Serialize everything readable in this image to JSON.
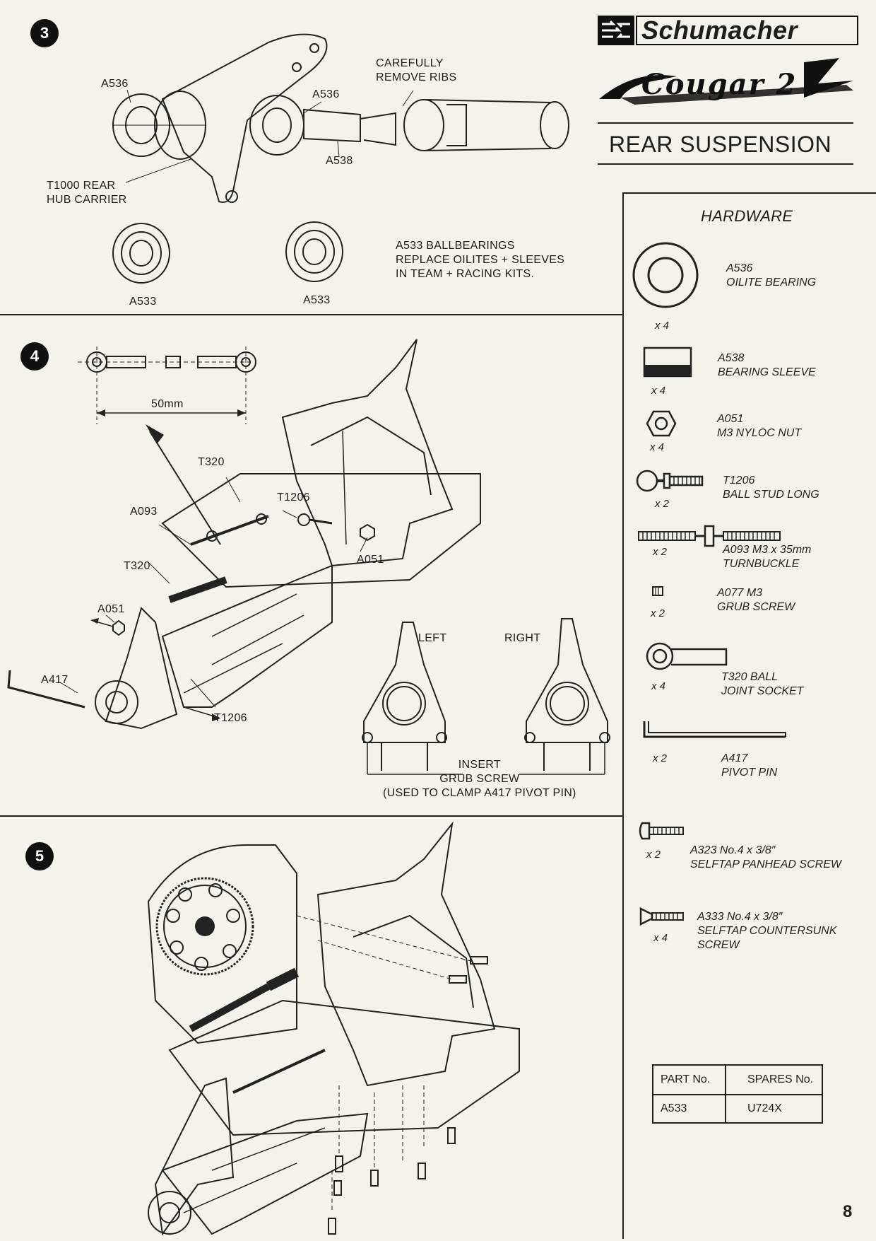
{
  "header": {
    "brand": "Schumacher",
    "model": "Cougar 2",
    "section_title": "REAR SUSPENSION"
  },
  "step3": {
    "number": "3",
    "labels": {
      "a536_left": "A536",
      "a536_right": "A536",
      "ribs_note": "CAREFULLY\nREMOVE RIBS",
      "a538": "A538",
      "t1000": "T1000 REAR\nHUB CARRIER",
      "a533_left": "A533",
      "a533_right": "A533",
      "ballbearing_note": "A533 BALLBEARINGS\nREPLACE OILITES + SLEEVES\nIN TEAM + RACING KITS."
    }
  },
  "step4": {
    "number": "4",
    "labels": {
      "length": "50mm",
      "t320_top": "T320",
      "t1206_top": "T1206",
      "a093": "A093",
      "a051_mid": "A051",
      "t320_left": "T320",
      "a051_left": "A051",
      "a417": "A417",
      "t1206_bottom": "T1206",
      "left": "LEFT",
      "right": "RIGHT",
      "insert_note": "INSERT\nGRUB SCREW\n(USED TO CLAMP A417 PIVOT PIN)"
    }
  },
  "step5": {
    "number": "5"
  },
  "hardware": {
    "title": "HARDWARE",
    "items": [
      {
        "name": "A536\nOILITE BEARING",
        "qty": "x 4",
        "icon": "washer-icon"
      },
      {
        "name": "A538\nBEARING SLEEVE",
        "qty": "x 4",
        "icon": "sleeve-icon"
      },
      {
        "name": "A051\nM3 NYLOC NUT",
        "qty": "x 4",
        "icon": "hex-nut-icon"
      },
      {
        "name": "T1206\nBALL STUD LONG",
        "qty": "x 2",
        "icon": "ball-stud-icon"
      },
      {
        "name": "A093 M3 x 35mm\nTURNBUCKLE",
        "qty": "x 2",
        "icon": "turnbuckle-icon"
      },
      {
        "name": "A077 M3\nGRUB SCREW",
        "qty": "x 2",
        "icon": "grub-screw-icon"
      },
      {
        "name": "T320 BALL\nJOINT SOCKET",
        "qty": "x 4",
        "icon": "ball-socket-icon"
      },
      {
        "name": "A417\nPIVOT PIN",
        "qty": "x 2",
        "icon": "pivot-pin-icon"
      },
      {
        "name": "A323 No.4 x 3/8″\nSELFTAP PANHEAD SCREW",
        "qty": "x 2",
        "icon": "panhead-screw-icon"
      },
      {
        "name": "A333 No.4 x 3/8″\nSELFTAP COUNTERSUNK\nSCREW",
        "qty": "x 4",
        "icon": "countersunk-screw-icon"
      }
    ]
  },
  "spares_table": {
    "headers": [
      "PART No.",
      "SPARES No."
    ],
    "rows": [
      [
        "A533",
        "U724X"
      ]
    ]
  },
  "page_number": "8"
}
